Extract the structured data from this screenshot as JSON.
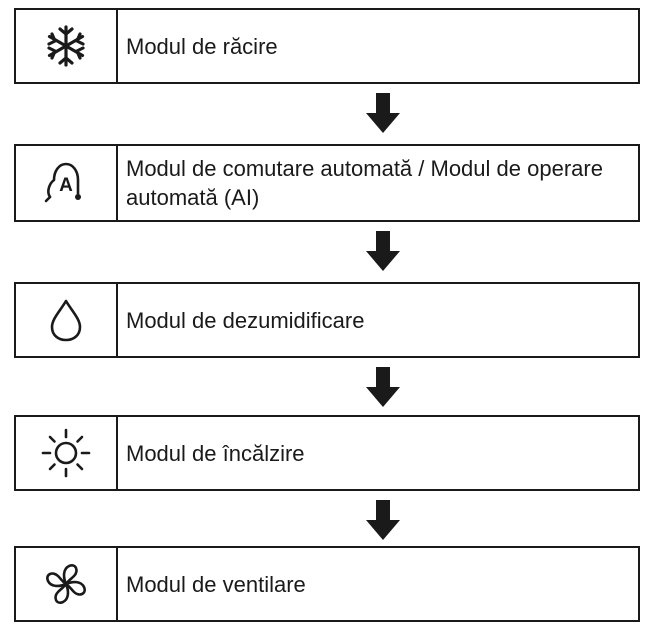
{
  "modes": [
    {
      "icon": "snowflake-icon",
      "label": "Modul de răcire"
    },
    {
      "icon": "auto-mode-icon",
      "icon_text": "A",
      "label": "Modul de comutare automată / Modul de operare automată (AI)"
    },
    {
      "icon": "water-drop-icon",
      "label": "Modul de dezumidificare"
    },
    {
      "icon": "sun-icon",
      "label": "Modul de încălzire"
    },
    {
      "icon": "fan-icon",
      "label": "Modul de ventilare"
    }
  ],
  "colors": {
    "line": "#1a1a1a",
    "background": "#ffffff"
  }
}
